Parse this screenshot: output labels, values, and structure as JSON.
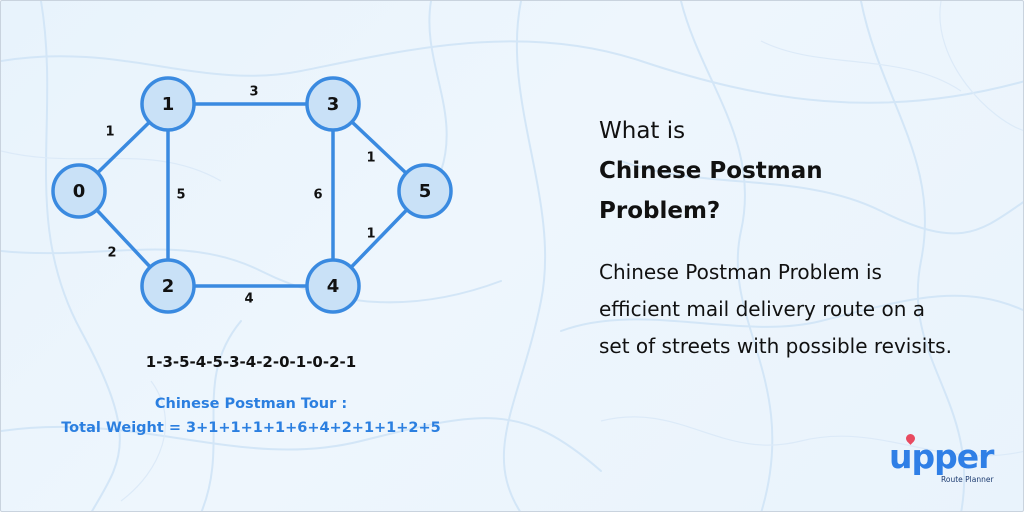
{
  "diagram": {
    "nodes": [
      {
        "id": "0",
        "label": "0"
      },
      {
        "id": "1",
        "label": "1"
      },
      {
        "id": "2",
        "label": "2"
      },
      {
        "id": "3",
        "label": "3"
      },
      {
        "id": "4",
        "label": "4"
      },
      {
        "id": "5",
        "label": "5"
      }
    ],
    "edges": [
      {
        "from": "0",
        "to": "1",
        "weight": "1"
      },
      {
        "from": "0",
        "to": "2",
        "weight": "2"
      },
      {
        "from": "1",
        "to": "2",
        "weight": "5"
      },
      {
        "from": "1",
        "to": "3",
        "weight": "3"
      },
      {
        "from": "2",
        "to": "4",
        "weight": "4"
      },
      {
        "from": "3",
        "to": "4",
        "weight": "6"
      },
      {
        "from": "3",
        "to": "5",
        "weight": "1"
      },
      {
        "from": "4",
        "to": "5",
        "weight": "1"
      }
    ],
    "tour_sequence": "1-3-5-4-5-3-4-2-0-1-0-2-1",
    "tour_title": "Chinese Postman Tour :",
    "tour_weight": "Total Weight = 3+1+1+1+1+6+4+2+1+1+2+5"
  },
  "heading": {
    "prefix": "What is",
    "line1": "Chinese Postman",
    "line2": "Problem?"
  },
  "description": "Chinese Postman Problem is efficient mail delivery route on a set of streets with possible revisits.",
  "logo": {
    "word": "upper",
    "subtitle": "Route Planner"
  },
  "colors": {
    "accent": "#3a8ae0",
    "node_fill": "#c9e1f7",
    "background": "#eaf4fd"
  }
}
